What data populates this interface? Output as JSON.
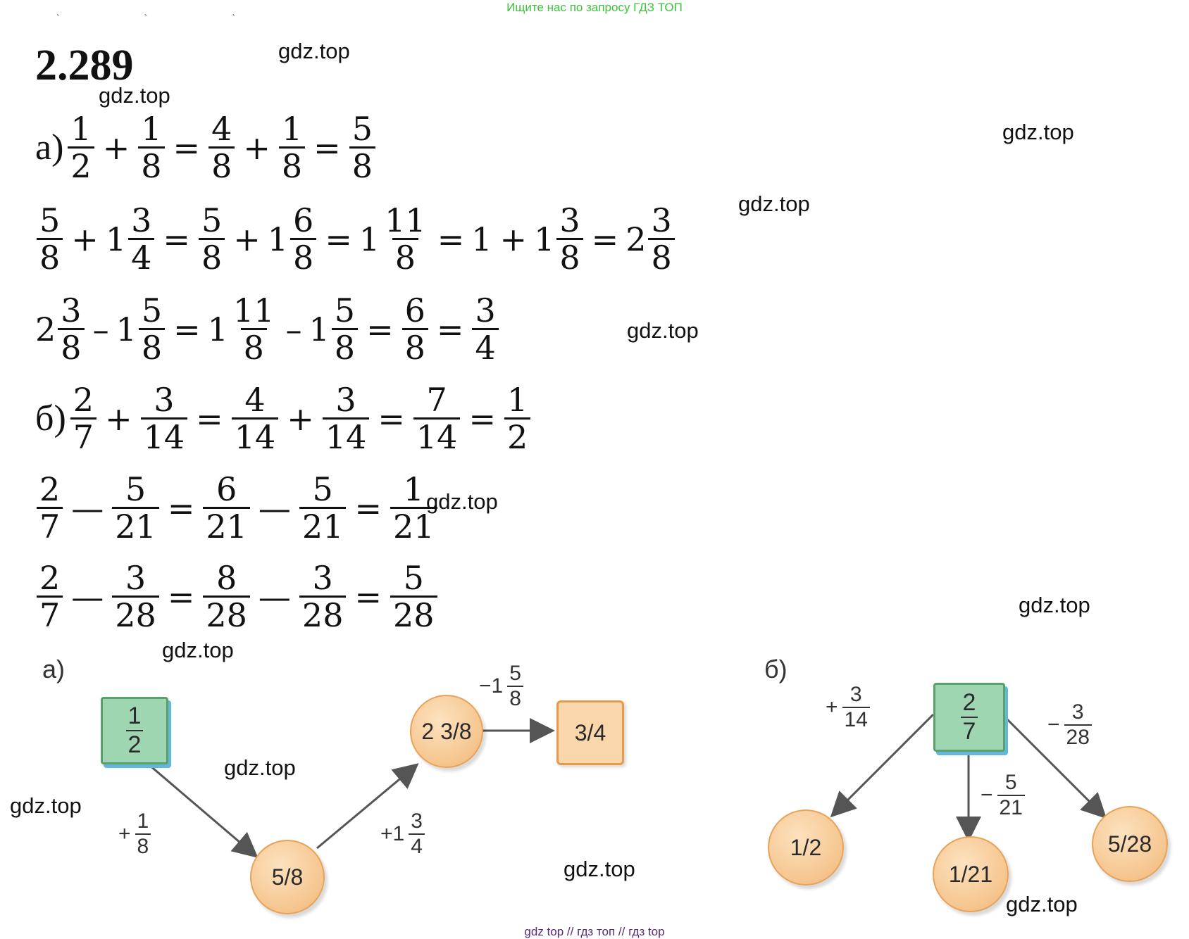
{
  "banner_top": "Ищите нас по запросу ГДЗ ТОП",
  "banner_bottom": "gdz top  //  гдз топ  //  гдз top",
  "problem_number": "2.289",
  "watermark": "gdz.top",
  "equations": {
    "a1": {
      "label": "а)",
      "f1n": "1",
      "f1d": "2",
      "op1": "+",
      "f2n": "1",
      "f2d": "8",
      "eq1": "=",
      "f3n": "4",
      "f3d": "8",
      "op2": "+",
      "f4n": "1",
      "f4d": "8",
      "eq2": "=",
      "f5n": "5",
      "f5d": "8"
    },
    "a2": {
      "f1n": "5",
      "f1d": "8",
      "op1": "+",
      "i2": "1",
      "f2n": "3",
      "f2d": "4",
      "eq1": "=",
      "f3n": "5",
      "f3d": "8",
      "op2": "+",
      "i4": "1",
      "f4n": "6",
      "f4d": "8",
      "eq2": "=",
      "i5": "1",
      "f5n": "11",
      "f5d": "8",
      "eq3": "=",
      "t6": "1",
      "op3": "+",
      "i7": "1",
      "f7n": "3",
      "f7d": "8",
      "eq4": "=",
      "i8": "2",
      "f8n": "3",
      "f8d": "8"
    },
    "a3": {
      "i1": "2",
      "f1n": "3",
      "f1d": "8",
      "op1": "–",
      "i2": "1",
      "f2n": "5",
      "f2d": "8",
      "eq1": "=",
      "i3": "1",
      "f3n": "11",
      "f3d": "8",
      "op2": "–",
      "i4": "1",
      "f4n": "5",
      "f4d": "8",
      "eq2": "=",
      "f5n": "6",
      "f5d": "8",
      "eq3": "=",
      "f6n": "3",
      "f6d": "4"
    },
    "b1": {
      "label": "б)",
      "f1n": "2",
      "f1d": "7",
      "op1": "+",
      "f2n": "3",
      "f2d": "14",
      "eq1": "=",
      "f3n": "4",
      "f3d": "14",
      "op2": "+",
      "f4n": "3",
      "f4d": "14",
      "eq2": "=",
      "f5n": "7",
      "f5d": "14",
      "eq3": "=",
      "f6n": "1",
      "f6d": "2"
    },
    "b2": {
      "f1n": "2",
      "f1d": "7",
      "op1": "—",
      "f2n": "5",
      "f2d": "21",
      "eq1": "=",
      "f3n": "6",
      "f3d": "21",
      "op2": "—",
      "f4n": "5",
      "f4d": "21",
      "eq2": "=",
      "f5n": "1",
      "f5d": "21"
    },
    "b3": {
      "f1n": "2",
      "f1d": "7",
      "op1": "—",
      "f2n": "3",
      "f2d": "28",
      "eq1": "=",
      "f3n": "8",
      "f3d": "28",
      "op2": "—",
      "f4n": "3",
      "f4d": "28",
      "eq2": "=",
      "f5n": "5",
      "f5d": "28"
    }
  },
  "diagram_a": {
    "label": "а)",
    "start": {
      "n": "1",
      "d": "2"
    },
    "edge1": {
      "op": "+",
      "n": "1",
      "d": "8"
    },
    "node1": "5/8",
    "edge2": {
      "op": "+1",
      "n": "3",
      "d": "4"
    },
    "node2": "2 3/8",
    "edge3": {
      "op": "−1",
      "n": "5",
      "d": "8"
    },
    "result": "3/4"
  },
  "diagram_b": {
    "label": "б)",
    "start": {
      "n": "2",
      "d": "7"
    },
    "edge_left": {
      "op": "+",
      "n": "3",
      "d": "14"
    },
    "edge_mid": {
      "op": "−",
      "n": "5",
      "d": "21"
    },
    "edge_right": {
      "op": "−",
      "n": "3",
      "d": "28"
    },
    "node_left": "1/2",
    "node_mid": "1/21",
    "node_right": "5/28"
  },
  "colors": {
    "green_banner": "#3cc23c",
    "purple_banner": "#5a2a7a",
    "green_square": "#9fd6b2",
    "orange_circle": "#f5c58e",
    "arrow": "#555555"
  }
}
